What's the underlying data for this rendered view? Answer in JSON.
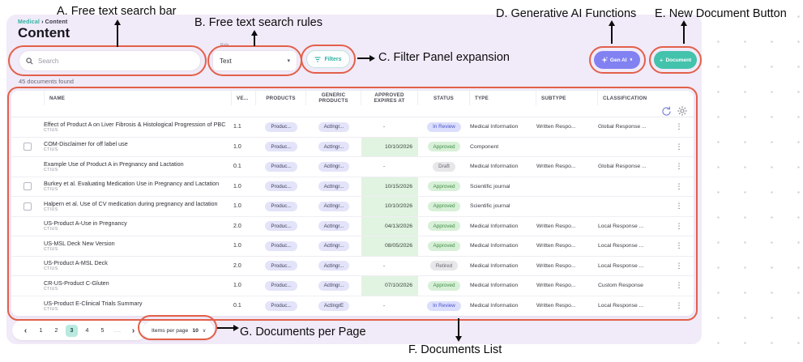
{
  "colors": {
    "annotation": "#e2604a",
    "teal": "#2fb3a3",
    "gen_ai_button": "#8181f2",
    "document_button": "#43c2ac",
    "active_page_bg": "#b9e9df"
  },
  "breadcrumb": {
    "root": "Medical",
    "separator": "›",
    "current": "Content"
  },
  "page": {
    "title": "Content",
    "results_count": "45 documents found"
  },
  "search": {
    "placeholder": "Search"
  },
  "rule_dropdown": {
    "label": "Rule",
    "value": "Text",
    "caret": "▾"
  },
  "filters": {
    "label": "Filters"
  },
  "actions": {
    "gen_ai_label": "Gen AI",
    "gen_ai_caret": "∨",
    "plus": "+",
    "new_document_label": "Document"
  },
  "table": {
    "headers": {
      "name": "NAME",
      "version": "VE...",
      "products": "PRODUCTS",
      "generic": "GENERIC PRODUCTS",
      "expires": "APPROVED EXPIRES AT",
      "status": "STATUS",
      "type": "TYPE",
      "subtype": "SUBTYPE",
      "classification": "CLASSIFICATION"
    },
    "kebab_glyph": "⋮",
    "rows": [
      {
        "checkbox": false,
        "name": "Effect of Product A on Liver Fibrosis & Histological Progression of PBC",
        "tag": "CTIUS",
        "version": "1.1",
        "products": "Produc...",
        "generic": "ActIngr...",
        "expires": "-",
        "status": "In Review",
        "status_kind": "review",
        "type": "Medical Information",
        "subtype": "Written Respo...",
        "classification": "Global Response ..."
      },
      {
        "checkbox": true,
        "name": "COM-Disclaimer for off label use",
        "tag": "CTIUS",
        "version": "1.0",
        "products": "Produc...",
        "generic": "ActIngr...",
        "expires": "10/10/2026",
        "status": "Approved",
        "status_kind": "approved",
        "type": "Component",
        "subtype": "",
        "classification": ""
      },
      {
        "checkbox": false,
        "name": "Example Use of Product A in Pregnancy and Lactation",
        "tag": "CTIUS",
        "version": "0.1",
        "products": "Produc...",
        "generic": "ActIngr...",
        "expires": "-",
        "status": "Draft",
        "status_kind": "draft",
        "type": "Medical Information",
        "subtype": "Written Respo...",
        "classification": "Global Response ..."
      },
      {
        "checkbox": true,
        "name": "Burkey et al. Evaluating Medication Use in Pregnancy and Lactation",
        "tag": "CTIUS",
        "version": "1.0",
        "products": "Produc...",
        "generic": "ActIngr...",
        "expires": "10/15/2026",
        "status": "Approved",
        "status_kind": "approved",
        "type": "Scientific journal",
        "subtype": "",
        "classification": ""
      },
      {
        "checkbox": true,
        "name": "Halpern et al. Use of CV medication during pregnancy and lactation",
        "tag": "CTIUS",
        "version": "1.0",
        "products": "Produc...",
        "generic": "ActIngr...",
        "expires": "10/10/2026",
        "status": "Approved",
        "status_kind": "approved",
        "type": "Scientific journal",
        "subtype": "",
        "classification": ""
      },
      {
        "checkbox": false,
        "name": "US-Product A-Use in Pregnancy",
        "tag": "CTIUS",
        "version": "2.0",
        "products": "Produc...",
        "generic": "ActIngr...",
        "expires": "04/13/2026",
        "status": "Approved",
        "status_kind": "approved",
        "type": "Medical Information",
        "subtype": "Written Respo...",
        "classification": "Local Response ..."
      },
      {
        "checkbox": false,
        "name": "US-MSL Deck New Version",
        "tag": "CTIUS",
        "version": "1.0",
        "products": "Produc...",
        "generic": "ActIngr...",
        "expires": "08/05/2026",
        "status": "Approved",
        "status_kind": "approved",
        "type": "Medical Information",
        "subtype": "Written Respo...",
        "classification": "Local Response ..."
      },
      {
        "checkbox": false,
        "name": "US-Product A-MSL Deck",
        "tag": "CTIUS",
        "version": "2.0",
        "products": "Produc...",
        "generic": "ActIngr...",
        "expires": "-",
        "status": "Retired",
        "status_kind": "retired",
        "type": "Medical Information",
        "subtype": "Written Respo...",
        "classification": "Local Response ..."
      },
      {
        "checkbox": false,
        "name": "CR-US-Product C-Gluten",
        "tag": "CTIUS",
        "version": "1.0",
        "products": "Produc...",
        "generic": "ActIngr...",
        "expires": "07/10/2026",
        "status": "Approved",
        "status_kind": "approved",
        "type": "Medical Information",
        "subtype": "Written Respo...",
        "classification": "Custom Response"
      },
      {
        "checkbox": false,
        "name": "US-Product E-Clinical Trials Summary",
        "tag": "CTIUS",
        "version": "0.1",
        "products": "Produc...",
        "generic": "ActIngrE",
        "expires": "-",
        "status": "In Review",
        "status_kind": "review",
        "type": "Medical Information",
        "subtype": "Written Respo...",
        "classification": "Local Response ..."
      }
    ]
  },
  "pagination": {
    "prev": "‹",
    "next": "›",
    "pages": [
      "1",
      "2",
      "3",
      "4",
      "5"
    ],
    "active": "3",
    "ellipsis": "...",
    "items_per_page_label": "Items per page",
    "items_per_page_value": "10",
    "caret": "∨"
  },
  "annotations": {
    "a": "A. Free text search bar",
    "b": "B. Free text search rules",
    "c": "C. Filter Panel expansion",
    "d": "D. Generative AI Functions",
    "e": "E. New Document Button",
    "f": "F. Documents List",
    "g": "G. Documents per Page"
  }
}
